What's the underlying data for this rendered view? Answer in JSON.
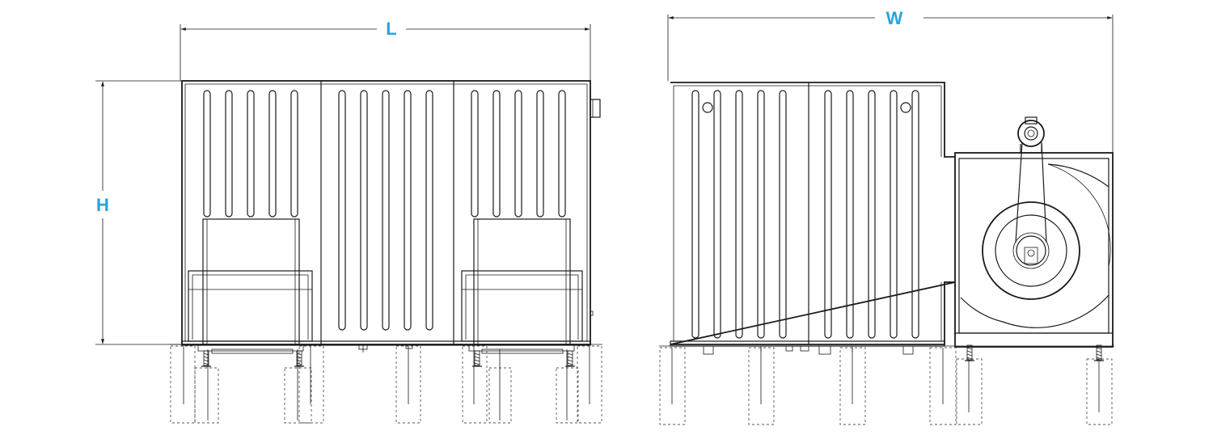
{
  "dimensions": {
    "length_label": "L",
    "height_label": "H",
    "width_label": "W"
  },
  "colors": {
    "dimension_label": "#29a3dc",
    "line": "#1a1a1a",
    "dashed_foundation": "#555555"
  },
  "icons": [
    "arrow-icon",
    "fan-pulley-icon",
    "motor-icon"
  ]
}
